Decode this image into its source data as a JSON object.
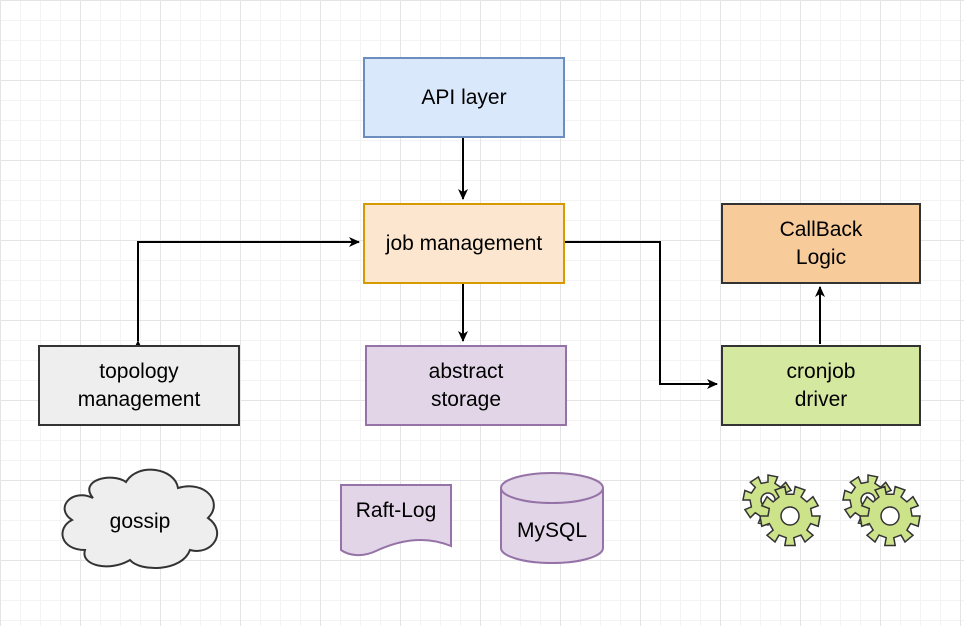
{
  "nodes": {
    "api_layer": {
      "label": "API layer",
      "fill": "#dae8fc",
      "stroke": "#6c8ebf"
    },
    "job_management": {
      "label": "job management",
      "fill": "#fce6cf",
      "stroke": "#d79b00"
    },
    "callback_logic": {
      "label": "CallBack\nLogic",
      "fill": "#f8cb9b",
      "stroke": "#333333"
    },
    "topology_management": {
      "label": "topology\nmanagement",
      "fill": "#eeeeee",
      "stroke": "#333333"
    },
    "abstract_storage": {
      "label": "abstract\nstorage",
      "fill": "#e1d5e7",
      "stroke": "#9673a6"
    },
    "cronjob_driver": {
      "label": "cronjob\ndriver",
      "fill": "#d5e8a0",
      "stroke": "#333333"
    }
  },
  "shapes": {
    "gossip": {
      "label": "gossip",
      "type": "cloud",
      "fill": "#eeeeee"
    },
    "raft_log": {
      "label": "Raft-Log",
      "type": "document",
      "fill": "#e1d5e7"
    },
    "mysql": {
      "label": "MySQL",
      "type": "cylinder",
      "fill": "#e1d5e7"
    },
    "gear_icon_fill": "#cde38a"
  },
  "edges": [
    {
      "from": "api_layer",
      "to": "job_management"
    },
    {
      "from": "job_management",
      "to": "abstract_storage"
    },
    {
      "from": "job_management",
      "to": "cronjob_driver"
    },
    {
      "from": "job_management",
      "to": "topology_management",
      "bidirectional": true
    },
    {
      "from": "cronjob_driver",
      "to": "callback_logic"
    }
  ],
  "colors": {
    "edge": "#000000"
  }
}
